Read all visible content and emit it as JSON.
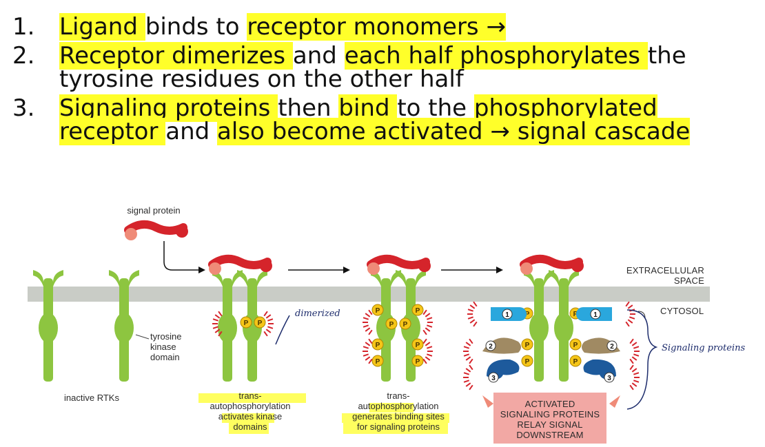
{
  "steps": [
    {
      "number": "1.",
      "segments": [
        {
          "t": "Ligand ",
          "hl": true
        },
        {
          "t": "binds to ",
          "hl": false
        },
        {
          "t": "receptor monomers →",
          "hl": true
        }
      ]
    },
    {
      "number": "2.",
      "segments": [
        {
          "t": "Receptor dimerizes ",
          "hl": true
        },
        {
          "t": "and ",
          "hl": false
        },
        {
          "t": "each half phosphorylates ",
          "hl": true
        },
        {
          "t": "the tyrosine residues on the other half",
          "hl": false
        }
      ]
    },
    {
      "number": "3.",
      "segments": [
        {
          "t": "Signaling proteins ",
          "hl": true
        },
        {
          "t": "then ",
          "hl": false
        },
        {
          "t": "bind ",
          "hl": true
        },
        {
          "t": "to the ",
          "hl": false
        },
        {
          "t": "phosphorylated receptor ",
          "hl": true
        },
        {
          "t": "and ",
          "hl": false
        },
        {
          "t": "also become activated → signal cascade",
          "hl": true
        }
      ]
    }
  ],
  "diagram": {
    "signal_protein": "signal protein",
    "extracellular": "EXTRACELLULAR\nSPACE",
    "cytosol": "CYTOSOL",
    "tyrosine_kinase": "tyrosine\nkinase\ndomain",
    "inactive_rtks": "inactive RTKs",
    "caption_1": "trans-\nautophosphorylation\nactivates kinase\ndomains",
    "caption_2": "trans-\nautophosphorylation\ngenerates binding sites\nfor signaling proteins",
    "caption_3": "ACTIVATED\nSIGNALING PROTEINS\nRELAY SIGNAL\nDOWNSTREAM",
    "p_label": "P",
    "protein_numbers": [
      "1",
      "2",
      "3"
    ],
    "annotation_dimerized": "dimerized",
    "annotation_signaling": "Signaling proteins"
  },
  "colors": {
    "highlight": "#ffff2a",
    "membrane": "#c9ccc6",
    "receptor": "#8dc540",
    "receptor_dark": "#6ea52f",
    "ligand_red": "#d5242b",
    "ligand_pink": "#ef8b78",
    "phosphate": "#f5c518",
    "protein1": "#2aa7dd",
    "protein2": "#a08a63",
    "protein3": "#1d5a9c",
    "annotation": "#1c2b6b"
  }
}
